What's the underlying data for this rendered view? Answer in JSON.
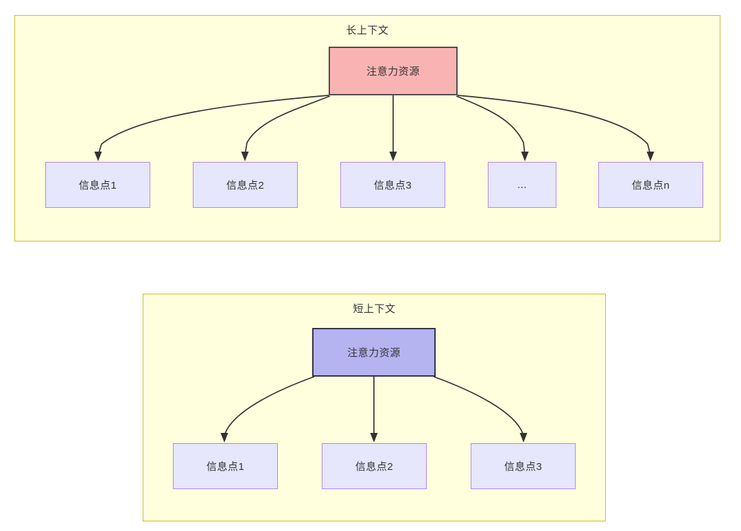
{
  "diagram": {
    "type": "flowchart",
    "background": "#ffffff",
    "groups": [
      {
        "id": "long",
        "title": "长上下文",
        "frame_color": "#ffffdd",
        "frame_border_color": "#c2c21f",
        "root": {
          "label": "注意力资源",
          "fill": "#f9b3b3",
          "border": "#4d4d4d"
        },
        "children": [
          {
            "label": "信息点1",
            "fill": "#e6e6fc",
            "border": "#b18ae8"
          },
          {
            "label": "信息点2",
            "fill": "#e6e6fc",
            "border": "#b18ae8"
          },
          {
            "label": "信息点3",
            "fill": "#e6e6fc",
            "border": "#b18ae8"
          },
          {
            "label": "...",
            "fill": "#e6e6fc",
            "border": "#b18ae8"
          },
          {
            "label": "信息点n",
            "fill": "#e6e6fc",
            "border": "#b18ae8"
          }
        ]
      },
      {
        "id": "short",
        "title": "短上下文",
        "frame_color": "#ffffdd",
        "frame_border_color": "#c2c21f",
        "root": {
          "label": "注意力资源",
          "fill": "#b5b3f0",
          "border": "#333344"
        },
        "children": [
          {
            "label": "信息点1",
            "fill": "#e6e6fc",
            "border": "#b18ae8"
          },
          {
            "label": "信息点2",
            "fill": "#e6e6fc",
            "border": "#b18ae8"
          },
          {
            "label": "信息点3",
            "fill": "#e6e6fc",
            "border": "#b18ae8"
          }
        ]
      }
    ],
    "edge_color": "#333333"
  }
}
